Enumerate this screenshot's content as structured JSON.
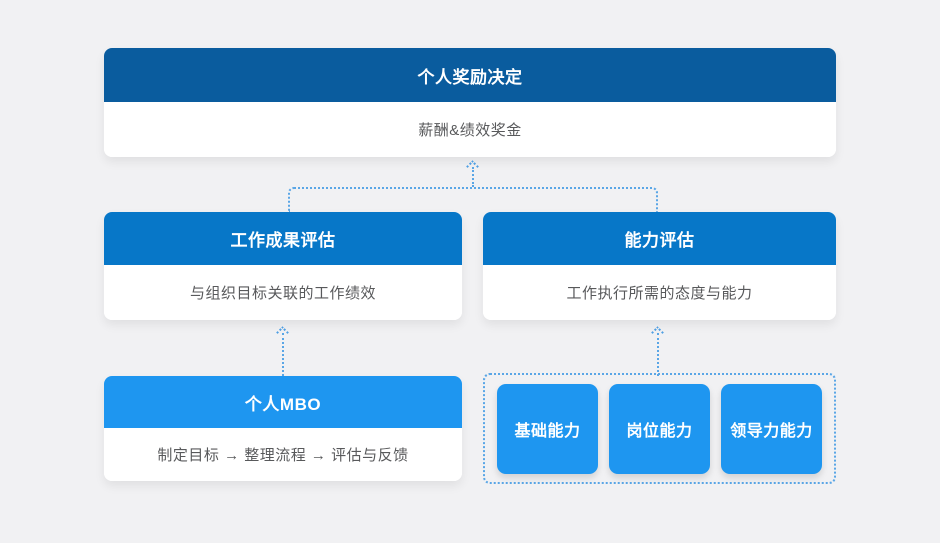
{
  "diagram": {
    "reward": {
      "title": "个人奖励决定",
      "desc": "薪酬&绩效奖金"
    },
    "work_result": {
      "title": "工作成果评估",
      "desc": "与组织目标关联的工作绩效"
    },
    "competency": {
      "title": "能力评估",
      "desc": "工作执行所需的态度与能力"
    },
    "mbo": {
      "title": "个人MBO",
      "desc": "制定目标  →  整理流程  →  评估与反馈"
    },
    "capabilities": {
      "items": [
        {
          "label": "基础能力"
        },
        {
          "label": "岗位能力"
        },
        {
          "label": "领导力能力"
        }
      ]
    }
  },
  "colors": {
    "background": "#f1f1f3",
    "header_dark_blue": "#0a5c9e",
    "header_mid_blue": "#0777c8",
    "header_light_blue": "#1e96f0",
    "connector_blue": "#5aa6e6",
    "body_text": "#58595b"
  }
}
